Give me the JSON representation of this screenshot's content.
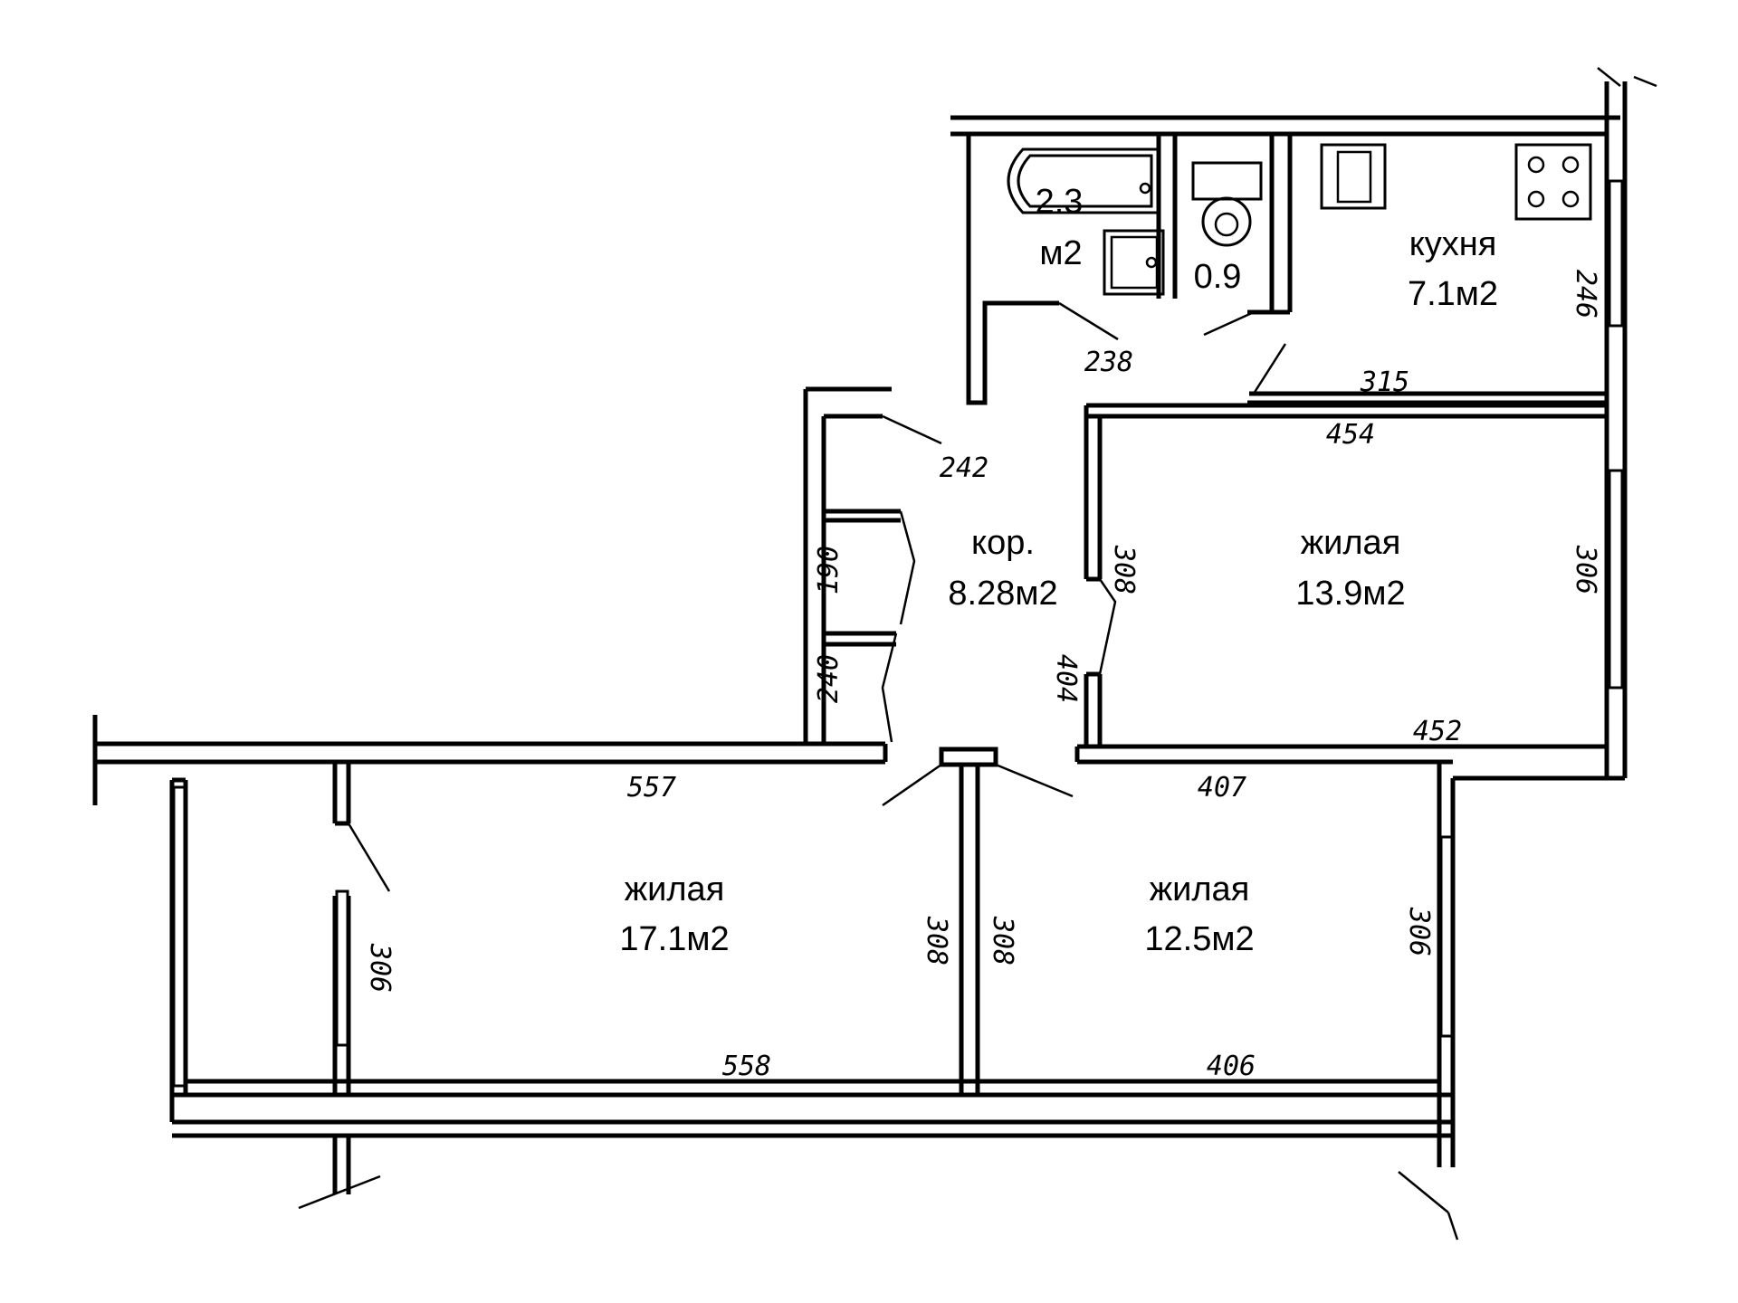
{
  "rooms": {
    "bathroom": {
      "area_num": "2.3",
      "area_unit": "м2"
    },
    "toilet": {
      "area": "0.9"
    },
    "kitchen": {
      "name": "кухня",
      "area": "7.1м2"
    },
    "corridor": {
      "name": "кор.",
      "area": "8.28м2"
    },
    "living_east": {
      "name": "жилая",
      "area": "13.9м2"
    },
    "living_west": {
      "name": "жилая",
      "area": "17.1м2"
    },
    "living_south": {
      "name": "жилая",
      "area": "12.5м2"
    }
  },
  "dimensions": {
    "bath_width": "238",
    "kitchen_width": "315",
    "kitchen_height": "246",
    "corridor_top": "242",
    "closet_1": "190",
    "closet_2": "240",
    "corridor_length": "404",
    "east_top": "454",
    "east_bottom": "452",
    "east_left": "308",
    "east_right": "306",
    "west_top": "557",
    "west_bottom": "558",
    "west_left": "306",
    "west_right": "308",
    "south_top": "407",
    "south_bottom": "406",
    "south_left": "308",
    "south_right": "306"
  }
}
